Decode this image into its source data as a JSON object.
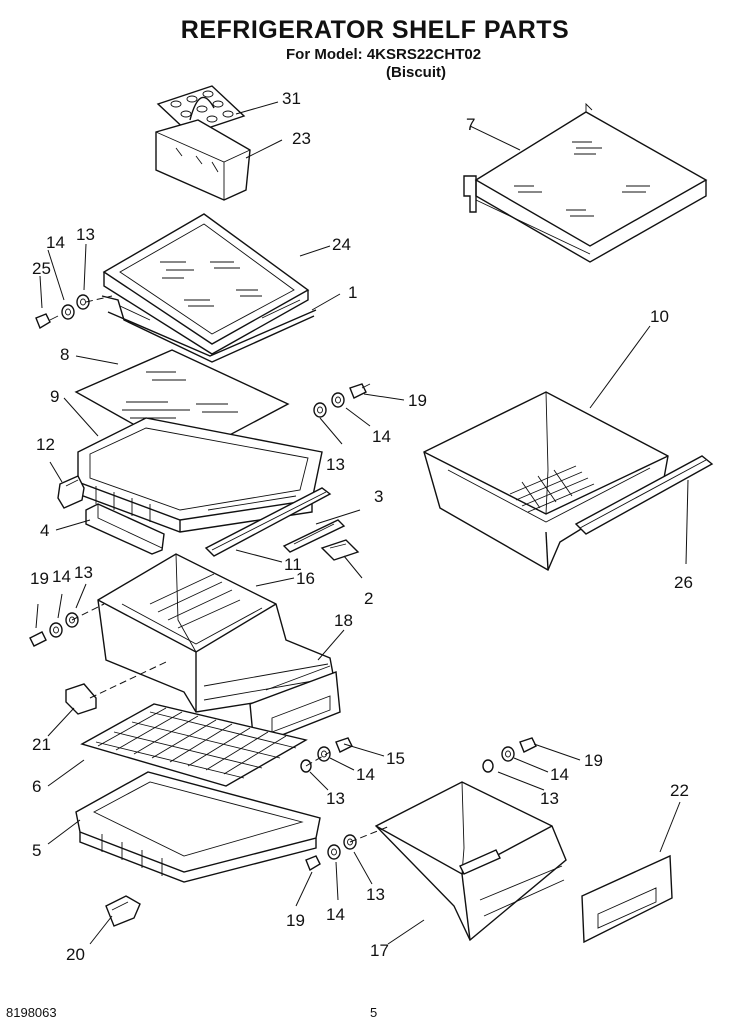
{
  "header": {
    "title": "REFRIGERATOR SHELF PARTS",
    "model_line": "For Model: 4KSRS22CHT02",
    "variant": "(Biscuit)"
  },
  "footer": {
    "document_number": "8198063",
    "page_number": "5"
  },
  "callouts": {
    "c1": "1",
    "c2": "2",
    "c3": "3",
    "c4": "4",
    "c5": "5",
    "c6": "6",
    "c7": "7",
    "c8": "8",
    "c9": "9",
    "c10": "10",
    "c11": "11",
    "c12": "12",
    "c13a": "13",
    "c13b": "13",
    "c13c": "13",
    "c13d": "13",
    "c13e": "13",
    "c13f": "13",
    "c14a": "14",
    "c14b": "14",
    "c14c": "14",
    "c14d": "14",
    "c14e": "14",
    "c14f": "14",
    "c15": "15",
    "c16": "16",
    "c17": "17",
    "c18": "18",
    "c19a": "19",
    "c19b": "19",
    "c19c": "19",
    "c19d": "19",
    "c20": "20",
    "c21": "21",
    "c22": "22",
    "c23": "23",
    "c24": "24",
    "c25": "25",
    "c26": "26",
    "c31": "31"
  }
}
